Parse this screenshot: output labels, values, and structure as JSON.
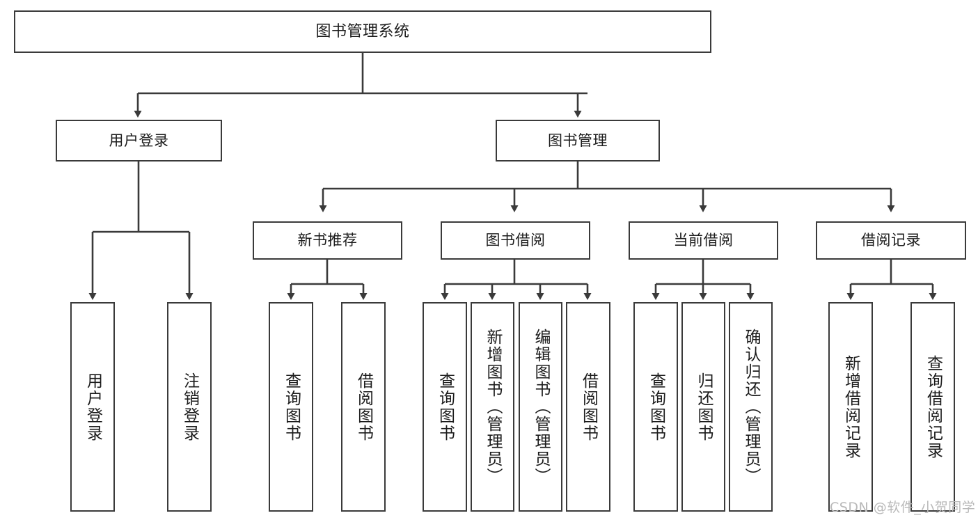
{
  "diagram": {
    "title": "图书管理系统",
    "type": "tree-hierarchy",
    "orientation": "top-down",
    "style": {
      "box_border_color": "#3a3a3a",
      "box_fill_color": "#ffffff",
      "edge_color": "#3a3a3a",
      "text_color": "#1c1c1c",
      "background_color": "#ffffff",
      "watermark_color": "#b9b9b9"
    },
    "nodes": {
      "root": {
        "label": "图书管理系统"
      },
      "level2": [
        {
          "label": "用户登录"
        },
        {
          "label": "图书管理"
        }
      ],
      "level3": [
        {
          "label": "新书推荐"
        },
        {
          "label": "图书借阅"
        },
        {
          "label": "当前借阅"
        },
        {
          "label": "借阅记录"
        }
      ],
      "leaves": {
        "user_login": [
          {
            "label": "用户登录"
          },
          {
            "label": "注销登录"
          }
        ],
        "new_book_recommend": [
          {
            "label": "查询图书"
          },
          {
            "label": "借阅图书"
          }
        ],
        "book_borrow": [
          {
            "label": "查询图书"
          },
          {
            "label": "新增图书（管理员）"
          },
          {
            "label": "编辑图书（管理员）"
          },
          {
            "label": "借阅图书"
          }
        ],
        "current_borrow": [
          {
            "label": "查询图书"
          },
          {
            "label": "归还图书"
          },
          {
            "label": "确认归还（管理员）"
          }
        ],
        "borrow_record": [
          {
            "label": "新增借阅记录"
          },
          {
            "label": "查询借阅记录"
          }
        ]
      }
    },
    "watermark": "CSDN @软件_小贺同学"
  }
}
